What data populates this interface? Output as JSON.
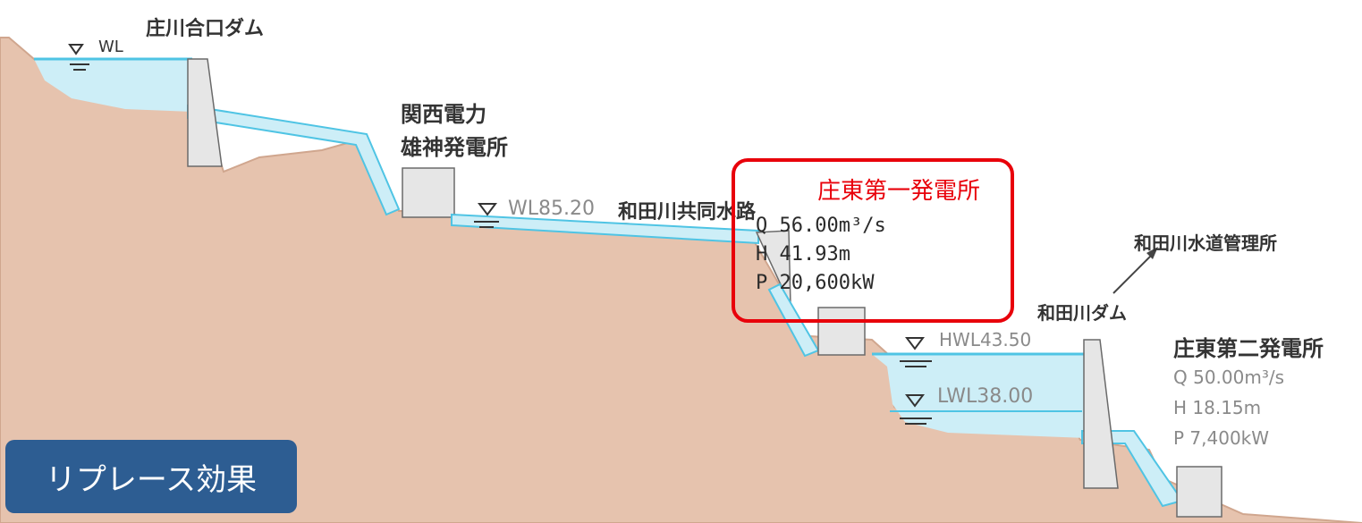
{
  "colors": {
    "ground": "#e6c3ae",
    "water": "#cdeef7",
    "water_line": "#4fc4e4",
    "highlight": "#e8000a",
    "badge": "#2d5d92",
    "structure": "#e6e6e6"
  },
  "dams": {
    "shogawa_gouguchi": {
      "label": "庄川合口ダム",
      "water_level": "WL"
    },
    "wadagawa": {
      "label": "和田川ダム",
      "hwl": "HWL43.50",
      "lwl": "LWL38.00"
    }
  },
  "plants": {
    "kansai": {
      "line1": "関西電力",
      "line2": "雄神発電所"
    },
    "shoto1": {
      "label": "庄東第一発電所",
      "q": "Q 56.00m³/s",
      "h": "H 41.93m",
      "p": "P 20,600kW"
    },
    "shoto2": {
      "label": "庄東第二発電所",
      "q": "Q 50.00m³/s",
      "h": "H 18.15m",
      "p": "P 7,400kW"
    }
  },
  "channel": {
    "water_level": "WL85.20",
    "label": "和田川共同水路"
  },
  "office": {
    "label": "和田川水道管理所"
  },
  "badge": {
    "label": "リプレース効果"
  },
  "icons": {
    "water_level_marker": "triangle-down-icon",
    "pointer": "arrow-icon"
  }
}
